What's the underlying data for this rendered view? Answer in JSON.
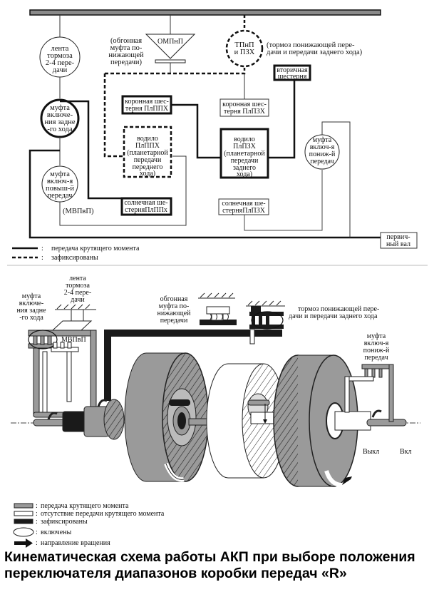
{
  "top_scheme": {
    "brake_band_2_4": [
      "лента",
      "тормоза",
      "2-4 пере-",
      "дачи"
    ],
    "reverse_clutch": [
      "муфта",
      "включе-",
      "ния задне",
      "-го хода"
    ],
    "overdrive_clutch": [
      "муфта",
      "включ-я",
      "повыш-й",
      "передач"
    ],
    "overdrive_clutch_abbr": "(МВПвП)",
    "one_way_clutch_abbr": "ОМПнП",
    "one_way_clutch_desc": [
      "(обгонная",
      "муфта по-",
      "нижающей",
      "передачи)"
    ],
    "low_reverse_brake_abbr": [
      "ТПнП",
      "и ПЗХ"
    ],
    "low_reverse_brake_desc": [
      "(тормоз понижающей пере-",
      "дачи и передачи заднего хода)"
    ],
    "front_ring_gear": [
      "коронная шес-",
      "терня ПлППХ"
    ],
    "front_carrier": [
      "водило",
      "ПлППХ",
      "(планетарной",
      "передачи",
      "переднего",
      "хода)"
    ],
    "front_sun_gear": [
      "солнечная ше-",
      "стерняПлППх"
    ],
    "output_gear": [
      "вторичная",
      "шестерня"
    ],
    "rear_ring_gear": [
      "коронная шес-",
      "терня ПлПЗХ"
    ],
    "rear_carrier": [
      "водило",
      "ПлПЗХ",
      "(планетарной",
      "передачи",
      "заднего",
      "хода)"
    ],
    "rear_sun_gear": [
      "солнечная ше-",
      "стерняПлПЗХ"
    ],
    "forward_low_clutch": [
      "муфта",
      "включ-я",
      "пониж-й",
      "передач"
    ],
    "input_shaft": [
      "первич-",
      "ный вал"
    ],
    "legend": [
      {
        "symbol": "solid-line",
        "sep": ":",
        "label": "передача крутящего момента"
      },
      {
        "symbol": "dashed-line",
        "sep": ":",
        "label": "зафиксированы"
      }
    ]
  },
  "bottom_scheme": {
    "reverse_clutch": [
      "муфта",
      "включе-",
      "ния задне",
      "-го хода"
    ],
    "brake_band_2_4": [
      "лента",
      "тормоза",
      "2-4 пере-",
      "дачи"
    ],
    "overdrive_clutch_abbr": "МВПвП",
    "one_way_clutch": [
      "обгонная",
      "муфта по-",
      "нижающей",
      "передачи"
    ],
    "low_reverse_brake": [
      "тормоз понижающей пере-",
      "дачи и передачи заднего хода"
    ],
    "forward_low_clutch": [
      "муфта",
      "включ-я",
      "пониж-й",
      "передач"
    ],
    "state_off": "Выкл",
    "state_on": "Вкл",
    "legend": [
      {
        "symbol": "gray-bar",
        "sep": ":",
        "label": "передача крутящего момента"
      },
      {
        "symbol": "white-bar",
        "sep": ":",
        "label": "отсутствие передачи крутящего момента"
      },
      {
        "symbol": "black-bar",
        "sep": ":",
        "label": "зафиксированы"
      },
      {
        "symbol": "ellipse",
        "sep": ":",
        "label": "включены"
      },
      {
        "symbol": "arrow",
        "sep": ":",
        "label": "направление вращения"
      }
    ]
  },
  "colors": {
    "torque": "#8c8c8c",
    "fixed": "#1a1a1a",
    "free": "#ffffff"
  },
  "caption": [
    "Кинематическая схема работы АКП при выборе положения",
    "переключателя диапазонов коробки передач «R»"
  ]
}
